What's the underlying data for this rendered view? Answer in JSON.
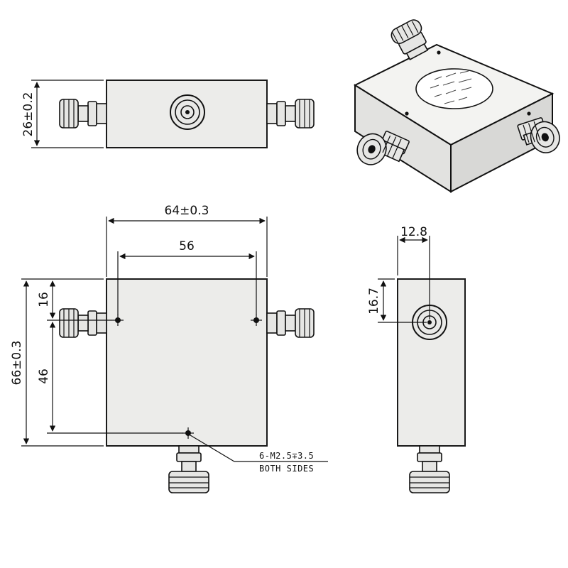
{
  "views": {
    "front": {
      "height_dim": "26±0.2"
    },
    "top": {
      "width_dim": "64±0.3",
      "hole_spacing_dim": "56",
      "height_dim": "66±0.3",
      "upper_offset_dim": "16",
      "lower_offset_dim": "46"
    },
    "side": {
      "width_offset_dim": "12.8",
      "height_offset_dim": "16.7"
    },
    "note": {
      "line1": "6-M2.5∓3.5",
      "line2": "BOTH SIDES"
    }
  },
  "icons": [
    "sma-connector-icon",
    "mounting-hole-icon",
    "iso-view-icon"
  ]
}
